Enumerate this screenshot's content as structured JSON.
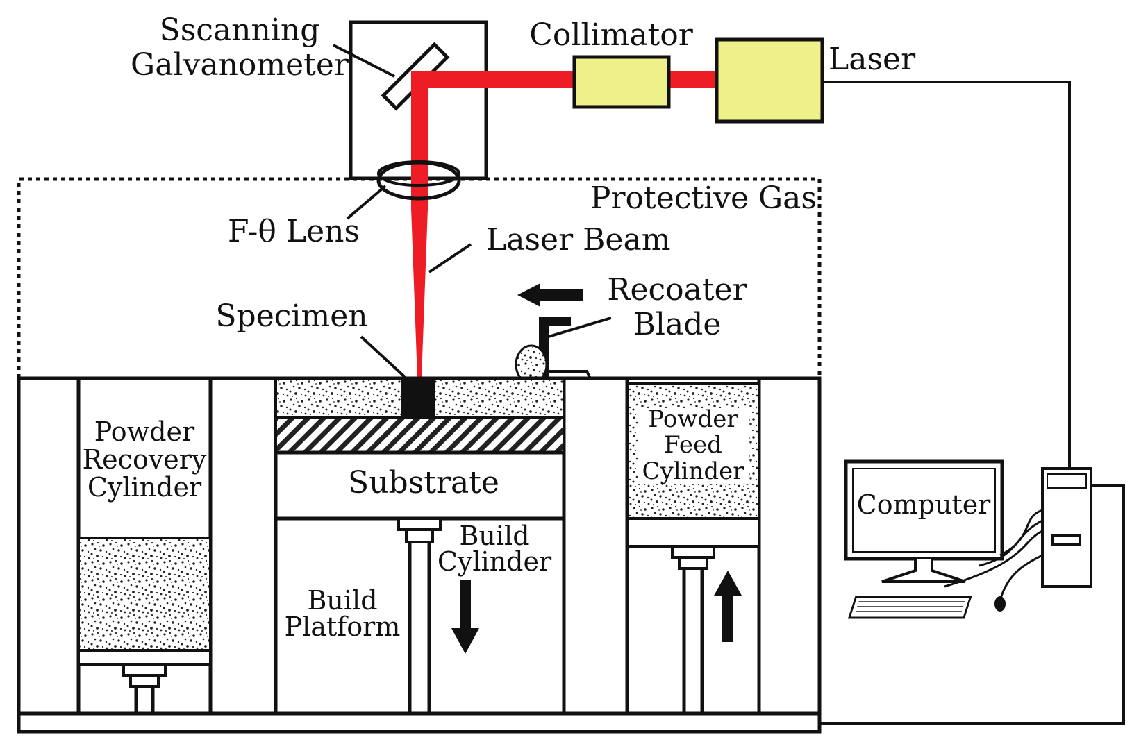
{
  "labels": {
    "galvanometer_line1": "Sscanning",
    "galvanometer_line2": "Galvanometer",
    "collimator": "Collimator",
    "laser": "Laser",
    "protective_gas": "Protective Gas",
    "f_theta_lens": "F-θ Lens",
    "laser_beam": "Laser Beam",
    "recoater_line1": "Recoater",
    "recoater_line2": "Blade",
    "specimen": "Specimen",
    "recovery_line1": "Powder",
    "recovery_line2": "Recovery",
    "recovery_line3": "Cylinder",
    "substrate": "Substrate",
    "build_cyl_line1": "Build",
    "build_cyl_line2": "Cylinder",
    "build_plat_line1": "Build",
    "build_plat_line2": "Platform",
    "feed_line1": "Powder",
    "feed_line2": "Feed",
    "feed_line3": "Cylinder",
    "computer": "Computer"
  },
  "colors": {
    "laser_beam": "#ee1c25",
    "optic_box": "#eef08a",
    "line": "#111111"
  }
}
